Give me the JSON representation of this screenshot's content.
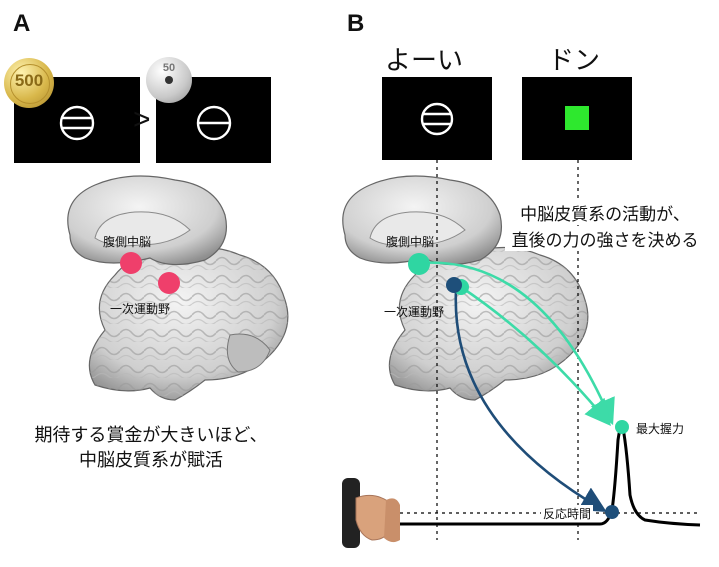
{
  "panel_a": {
    "letter": "A",
    "coin_large_value": "500",
    "coin_small_value": "50",
    "comparison": ">",
    "brain_label_midbrain": "腹側中脳",
    "brain_label_motor": "一次運動野",
    "caption_line1": "期待する賞金が大きいほど、",
    "caption_line2": "中脳皮質系が賦活"
  },
  "panel_b": {
    "letter": "B",
    "ready_label": "よーい",
    "go_label": "ドン",
    "brain_label_midbrain": "腹側中脳",
    "brain_label_motor": "一次運動野",
    "annotation_line1": "中脳皮質系の活動が、",
    "annotation_line2": "直後の力の強さを決める",
    "peak_force_label": "最大握力",
    "reaction_time_label": "反応時間"
  },
  "colors": {
    "reward_dot": "#ef3f6b",
    "midbrain_dot": "#2fd6a2",
    "motor_dot": "#1e4f7a",
    "arrow_teal": "#3ddba8",
    "arrow_navy": "#1f4d78",
    "go_square": "#2ee82e"
  }
}
